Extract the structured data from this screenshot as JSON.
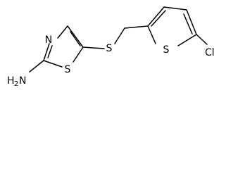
{
  "molecule": {
    "atom_labels": {
      "thiazole_n": "N",
      "thiazole_s": "S",
      "amine_h": "H",
      "amine_h_count": "2",
      "amine_n": "N",
      "thioether_s": "S",
      "thiophene_s": "S",
      "chlorine": "Cl"
    }
  }
}
